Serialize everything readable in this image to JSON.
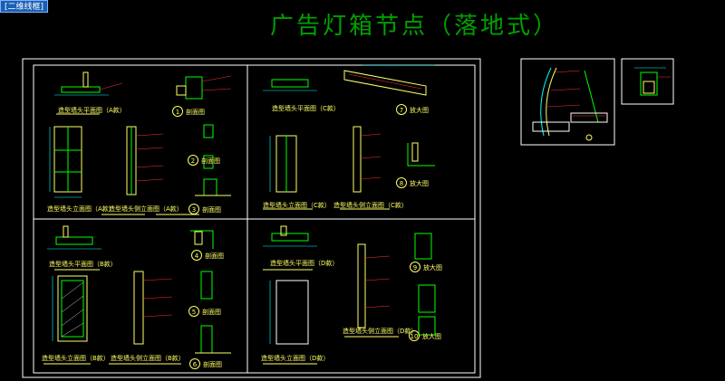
{
  "tab": {
    "label": "[二维线框]"
  },
  "title": "广告灯箱节点（落地式）",
  "colors": {
    "background": "#000000",
    "frame": "#ffffff",
    "title": "#00a000",
    "text": "#ffff66",
    "line_green": "#00ff00",
    "line_cyan": "#00ffff",
    "line_red": "#ff3030"
  },
  "panels": {
    "a": {
      "plan_label": "造型墙头平面图（A款）",
      "section1_label": "剖面图",
      "section2_label": "剖面图",
      "section3_label": "剖面图",
      "elev1_label": "造型墙头立面图（A款）",
      "elev2_label": "造型墙头侧立面图（A款）",
      "n1": "1",
      "n2": "2",
      "n3": "3"
    },
    "c": {
      "plan_label": "造型墙头平面图（C款）",
      "detail_label": "放大图",
      "detail2_label": "放大图",
      "elev1_label": "造型墙头立面图（C款）",
      "elev2_label": "造型墙头侧立面图（C款）",
      "n7": "7",
      "n8": "8"
    },
    "b": {
      "plan_label": "造型墙头平面图（B款）",
      "section1_label": "剖面图",
      "section2_label": "剖面图",
      "section3_label": "剖面图",
      "elev1_label": "造型墙头立面图（B款）",
      "elev2_label": "造型墙头侧立面图（B款）",
      "n4": "4",
      "n5": "5",
      "n6": "6"
    },
    "d": {
      "plan_label": "造型墙头平面图（D款）",
      "detail_label": "放大图",
      "detail2_label": "放大图",
      "elev1_label": "造型墙头立面图（D款）",
      "elev2_label": "造型墙头侧立面图（D款）",
      "n9": "9",
      "n10": "10"
    }
  }
}
